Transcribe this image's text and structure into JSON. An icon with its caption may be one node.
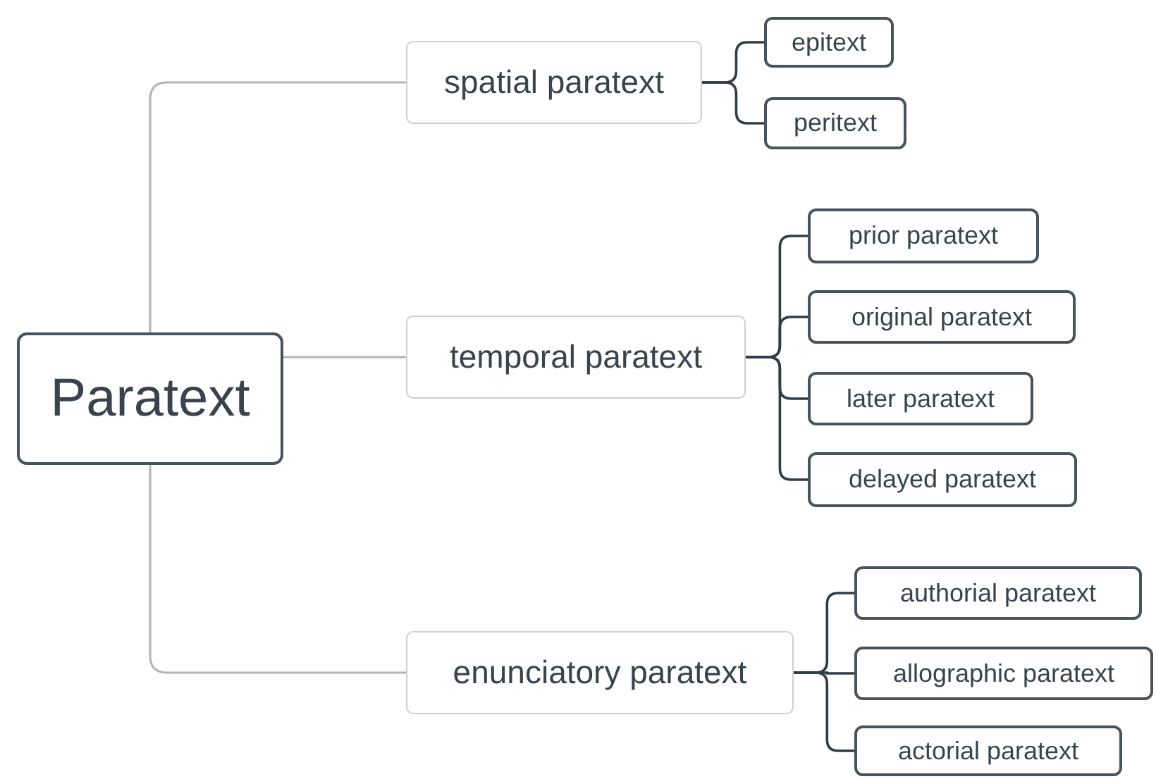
{
  "diagram": {
    "nodes": [
      {
        "text": [
          "Paratext"
        ]
      },
      {
        "text": [
          "spatial paratext"
        ]
      },
      {
        "text": [
          "epitext"
        ]
      },
      {
        "text": [
          "peritext"
        ]
      },
      {
        "text": [
          "temporal paratext"
        ]
      },
      {
        "text": [
          "prior paratext"
        ]
      },
      {
        "text": [
          "original paratext"
        ]
      },
      {
        "text": [
          "later paratext"
        ]
      },
      {
        "text": [
          "delayed paratext"
        ]
      },
      {
        "text": [
          "enunciatory paratext"
        ]
      },
      {
        "text": [
          "authorial paratext"
        ]
      },
      {
        "text": [
          "allographic paratext"
        ]
      },
      {
        "text": [
          "actorial paratext"
        ]
      }
    ],
    "edges": [
      {
        "from": 0,
        "to": 1,
        "arrow": "none",
        "color": "#b4b4b4"
      },
      {
        "from": 0,
        "to": 4,
        "arrow": "none",
        "color": "#b4b4b4"
      },
      {
        "from": 0,
        "to": 9,
        "arrow": "none",
        "color": "#b4b4b4"
      },
      {
        "from": 1,
        "to": 2,
        "arrow": "none"
      },
      {
        "from": 1,
        "to": 3,
        "arrow": "none"
      },
      {
        "from": 4,
        "to": 5,
        "arrow": "none"
      },
      {
        "from": 4,
        "to": 6,
        "arrow": "none"
      },
      {
        "from": 4,
        "to": 7,
        "arrow": "none"
      },
      {
        "from": 4,
        "to": 8,
        "arrow": "none"
      },
      {
        "from": 9,
        "to": 10,
        "arrow": "none"
      },
      {
        "from": 9,
        "to": 11,
        "arrow": "none"
      },
      {
        "from": 9,
        "to": 12,
        "arrow": "none"
      }
    ]
  }
}
